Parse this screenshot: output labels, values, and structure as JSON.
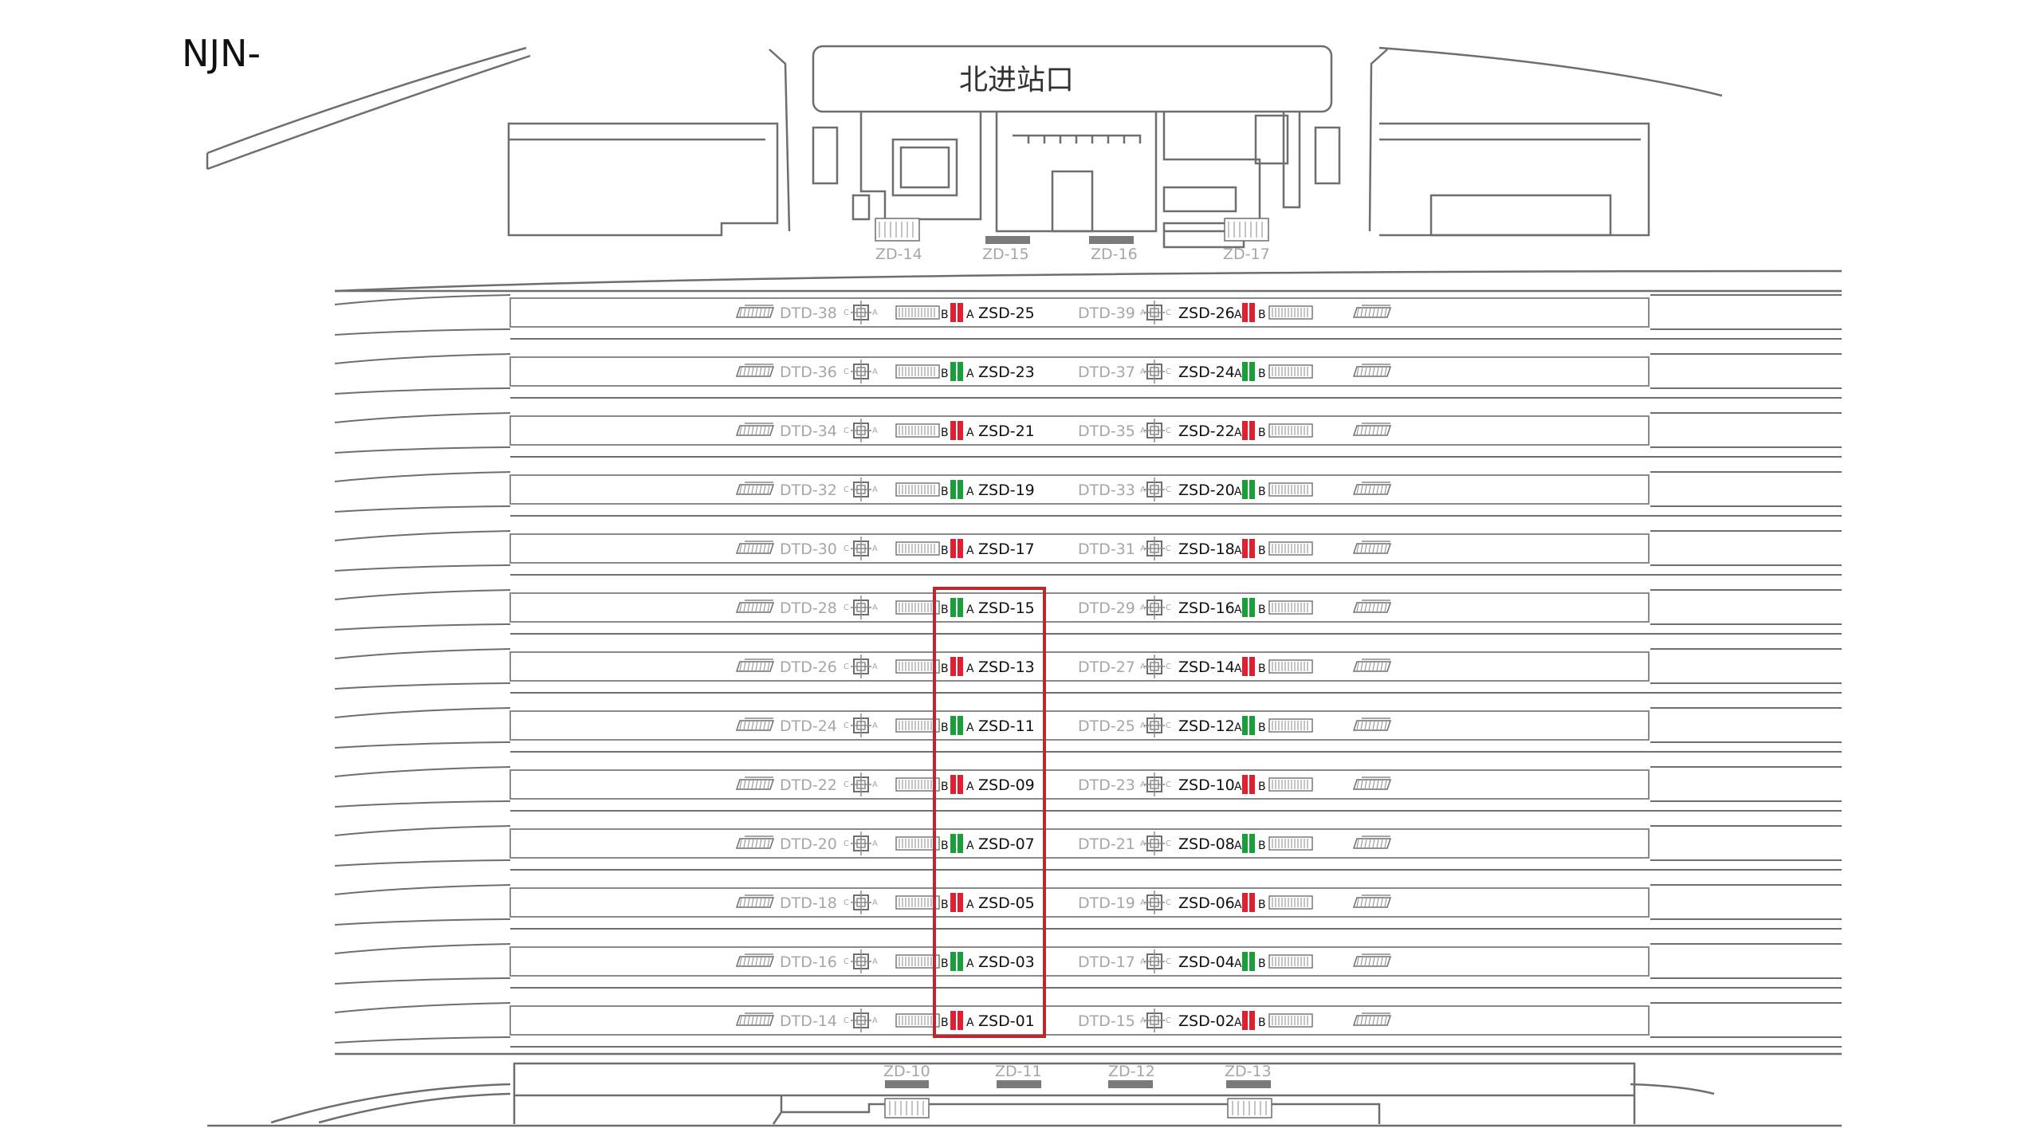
{
  "page_title": "NJN-",
  "entrance": {
    "label": "北进站口"
  },
  "top_zd": [
    "ZD-14",
    "ZD-15",
    "ZD-16",
    "ZD-17"
  ],
  "bottom_zd": [
    "ZD-10",
    "ZD-11",
    "ZD-12",
    "ZD-13"
  ],
  "colors": {
    "red": "#e02030",
    "green": "#1a9e3a",
    "highlight": "#c0262c",
    "line": "#6e6e6e"
  },
  "platforms": [
    {
      "left_dtd": "DTD-38",
      "left_zsd": "ZSD-25",
      "left_status": "red",
      "right_dtd": "DTD-39",
      "right_zsd": "ZSD-26",
      "right_status": "red"
    },
    {
      "left_dtd": "DTD-36",
      "left_zsd": "ZSD-23",
      "left_status": "green",
      "right_dtd": "DTD-37",
      "right_zsd": "ZSD-24",
      "right_status": "green"
    },
    {
      "left_dtd": "DTD-34",
      "left_zsd": "ZSD-21",
      "left_status": "red",
      "right_dtd": "DTD-35",
      "right_zsd": "ZSD-22",
      "right_status": "red"
    },
    {
      "left_dtd": "DTD-32",
      "left_zsd": "ZSD-19",
      "left_status": "green",
      "right_dtd": "DTD-33",
      "right_zsd": "ZSD-20",
      "right_status": "green"
    },
    {
      "left_dtd": "DTD-30",
      "left_zsd": "ZSD-17",
      "left_status": "red",
      "right_dtd": "DTD-31",
      "right_zsd": "ZSD-18",
      "right_status": "red"
    },
    {
      "left_dtd": "DTD-28",
      "left_zsd": "ZSD-15",
      "left_status": "green",
      "right_dtd": "DTD-29",
      "right_zsd": "ZSD-16",
      "right_status": "green"
    },
    {
      "left_dtd": "DTD-26",
      "left_zsd": "ZSD-13",
      "left_status": "red",
      "right_dtd": "DTD-27",
      "right_zsd": "ZSD-14",
      "right_status": "red"
    },
    {
      "left_dtd": "DTD-24",
      "left_zsd": "ZSD-11",
      "left_status": "green",
      "right_dtd": "DTD-25",
      "right_zsd": "ZSD-12",
      "right_status": "green"
    },
    {
      "left_dtd": "DTD-22",
      "left_zsd": "ZSD-09",
      "left_status": "red",
      "right_dtd": "DTD-23",
      "right_zsd": "ZSD-10",
      "right_status": "red"
    },
    {
      "left_dtd": "DTD-20",
      "left_zsd": "ZSD-07",
      "left_status": "green",
      "right_dtd": "DTD-21",
      "right_zsd": "ZSD-08",
      "right_status": "green"
    },
    {
      "left_dtd": "DTD-18",
      "left_zsd": "ZSD-05",
      "left_status": "red",
      "right_dtd": "DTD-19",
      "right_zsd": "ZSD-06",
      "right_status": "red"
    },
    {
      "left_dtd": "DTD-16",
      "left_zsd": "ZSD-03",
      "left_status": "green",
      "right_dtd": "DTD-17",
      "right_zsd": "ZSD-04",
      "right_status": "green"
    },
    {
      "left_dtd": "DTD-14",
      "left_zsd": "ZSD-01",
      "left_status": "red",
      "right_dtd": "DTD-15",
      "right_zsd": "ZSD-02",
      "right_status": "red"
    }
  ],
  "labels": {
    "a": "A",
    "b": "B",
    "c": "C"
  }
}
